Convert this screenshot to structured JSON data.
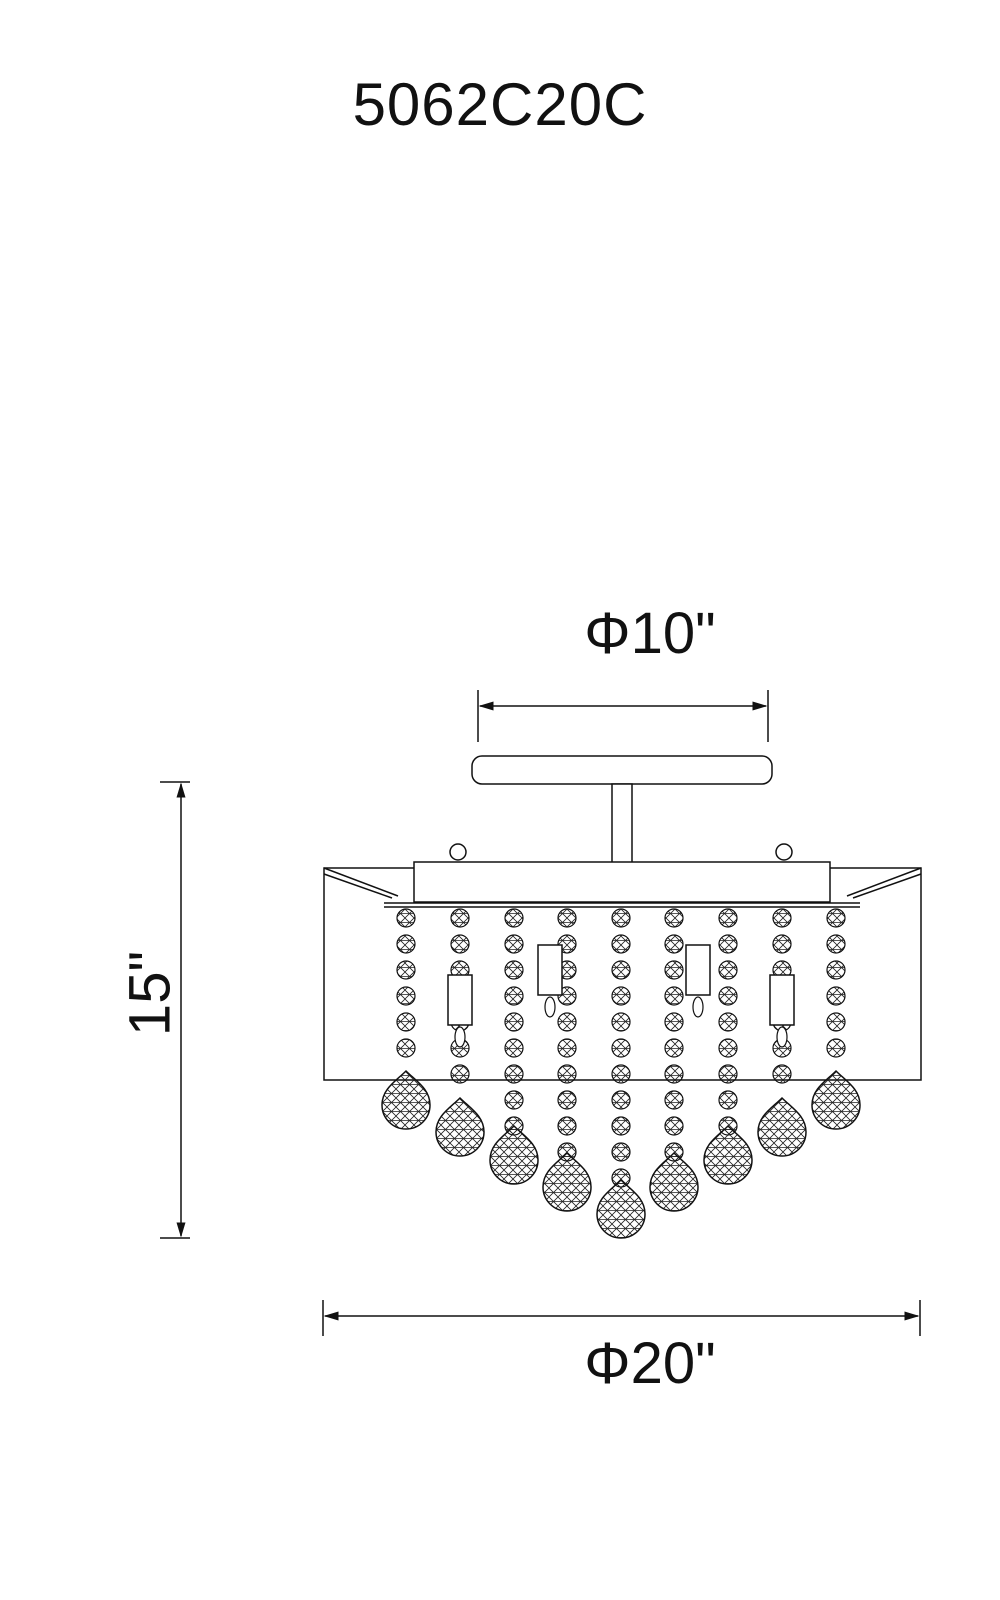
{
  "product": {
    "model_number": "5062C20C"
  },
  "dimensions": {
    "canopy_diameter": "Φ10\"",
    "height": "15\"",
    "shade_diameter": "Φ20\""
  },
  "fixture": {
    "crystal_strands": 9,
    "candle_lights": 4
  }
}
